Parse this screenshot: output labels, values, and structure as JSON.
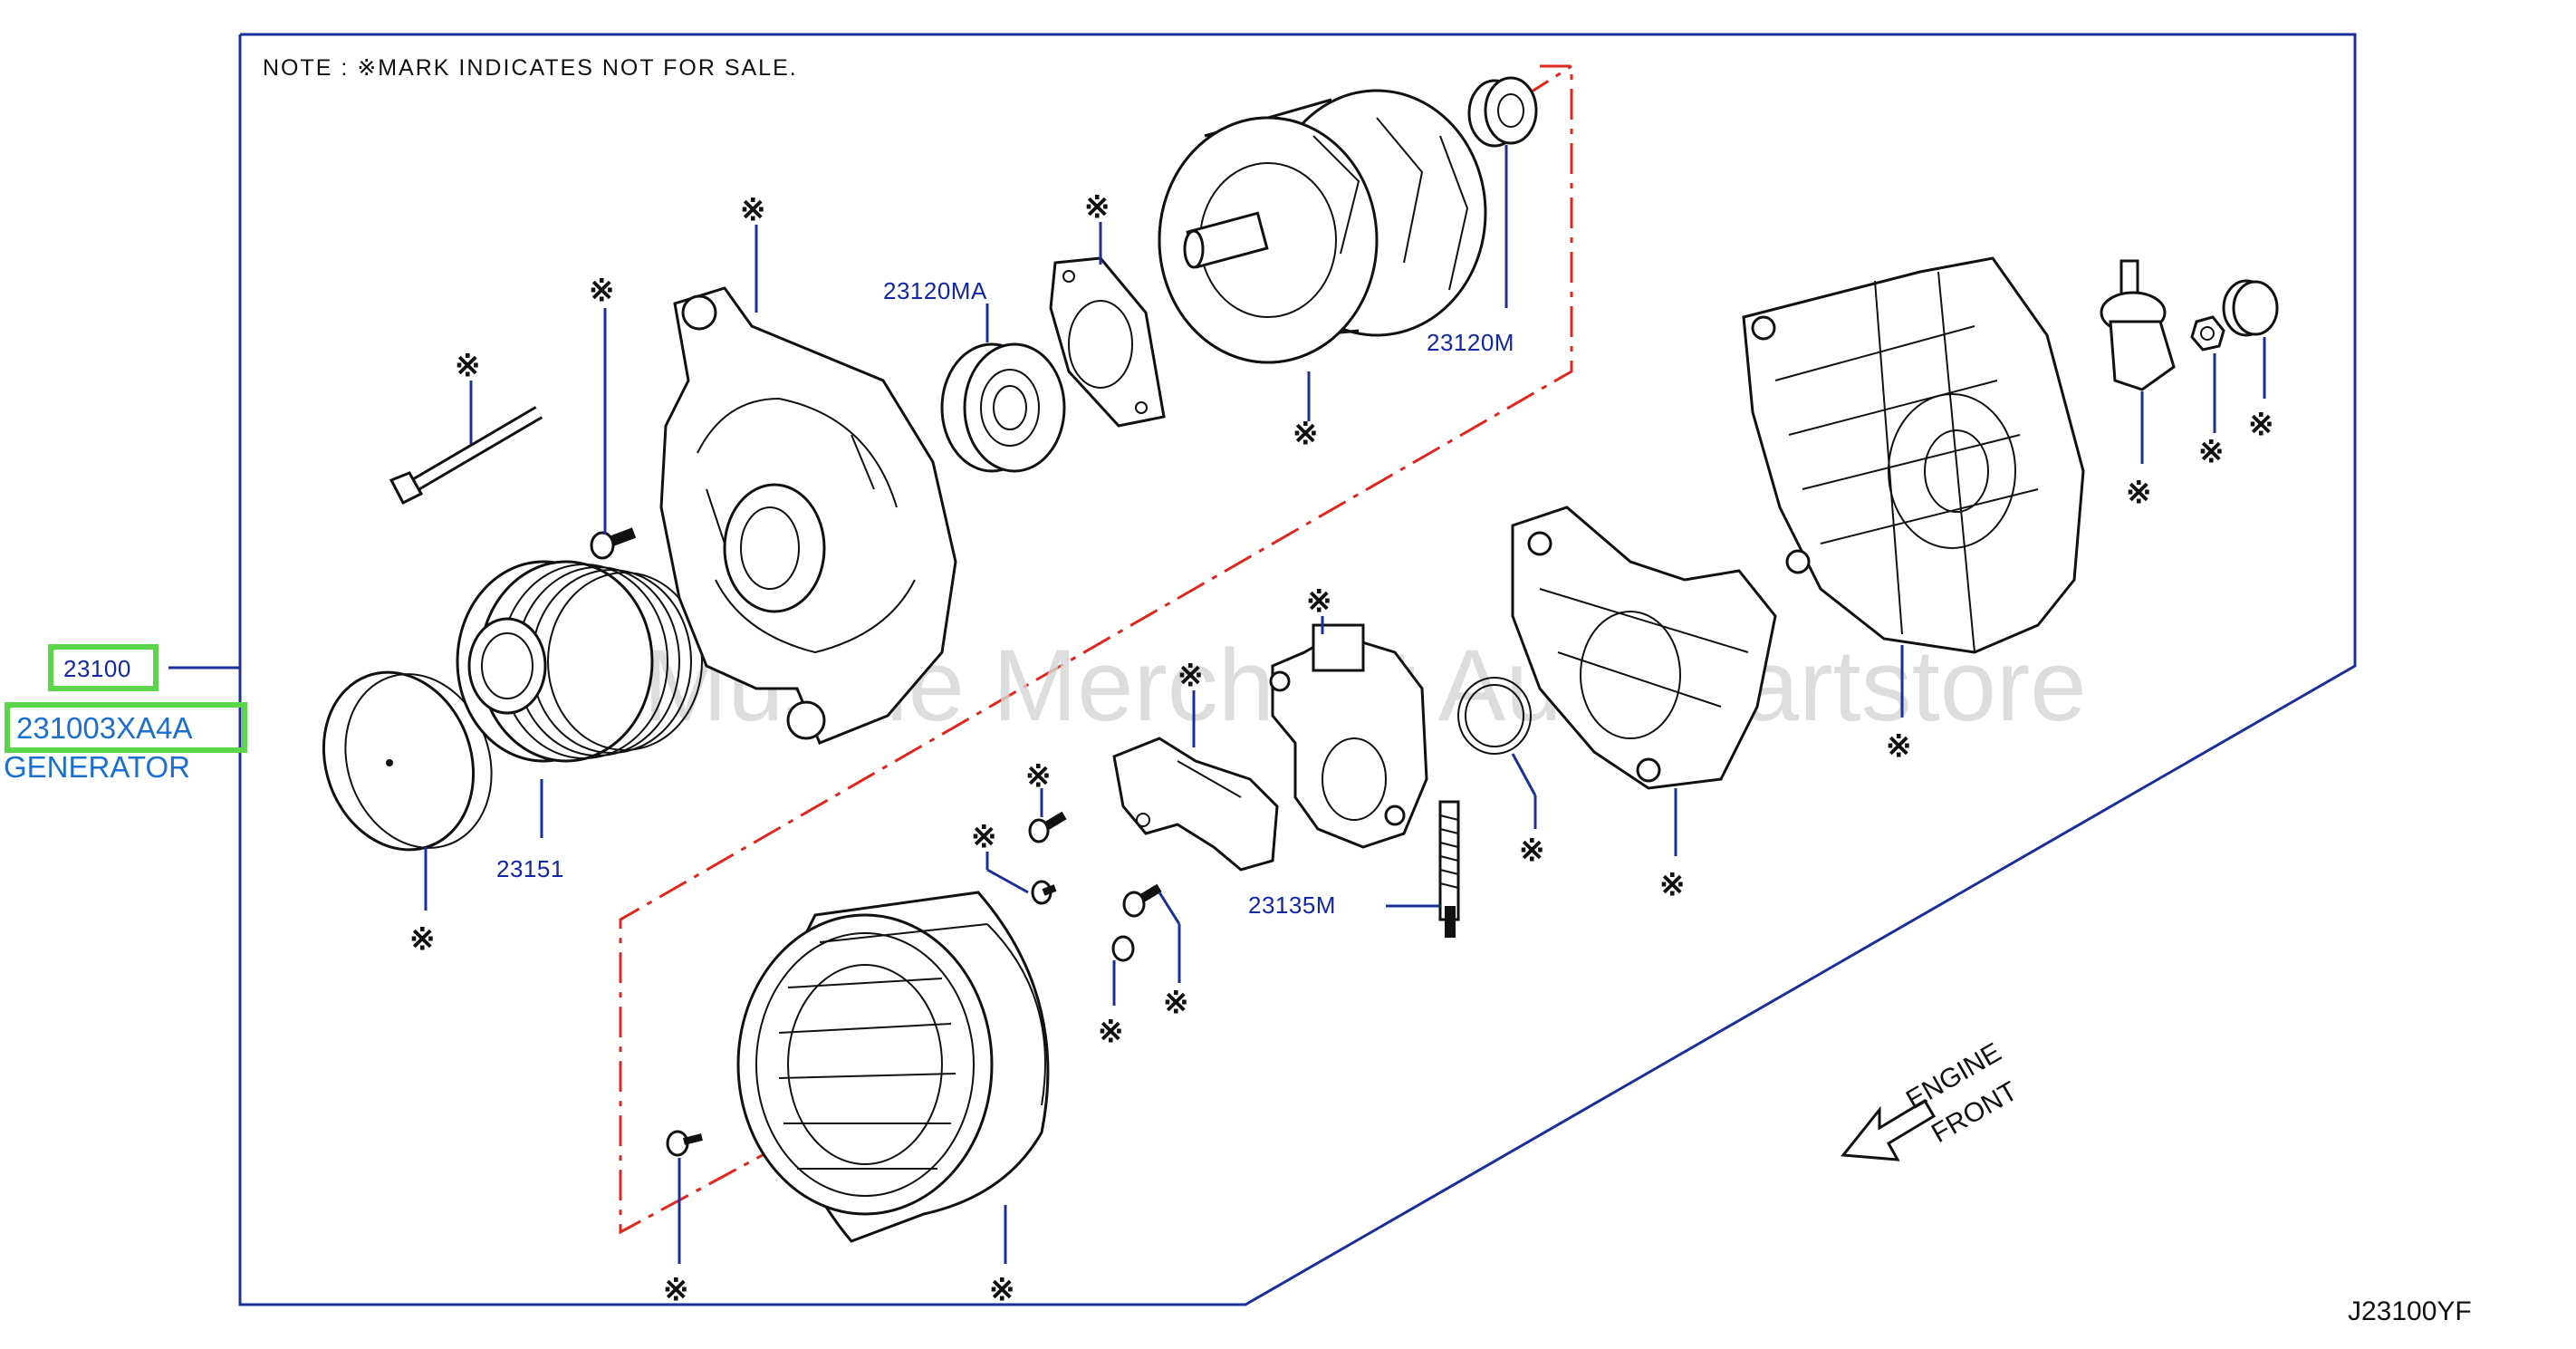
{
  "note": "NOTE : ※MARK  INDICATES  NOT  FOR  SALE.",
  "mark": "※",
  "watermark": "Muscle Merchant Auto Partstore",
  "diagram_code": "J23100YF",
  "engine_front": {
    "line1": "ENGINE",
    "line2": "FRONT"
  },
  "assembly": {
    "code": "23100",
    "part_number": "231003XA4A",
    "name": "GENERATOR"
  },
  "parts": {
    "bearing_front": "23120MA",
    "rotor": "23120M",
    "pulley": "23151",
    "brush": "23135M"
  },
  "colors": {
    "frame": "#1a2f9a",
    "label": "#1226a8",
    "highlight": "#5bd64a",
    "callout_line": "#e0271d",
    "part_number_text": "#1a6fd0"
  }
}
